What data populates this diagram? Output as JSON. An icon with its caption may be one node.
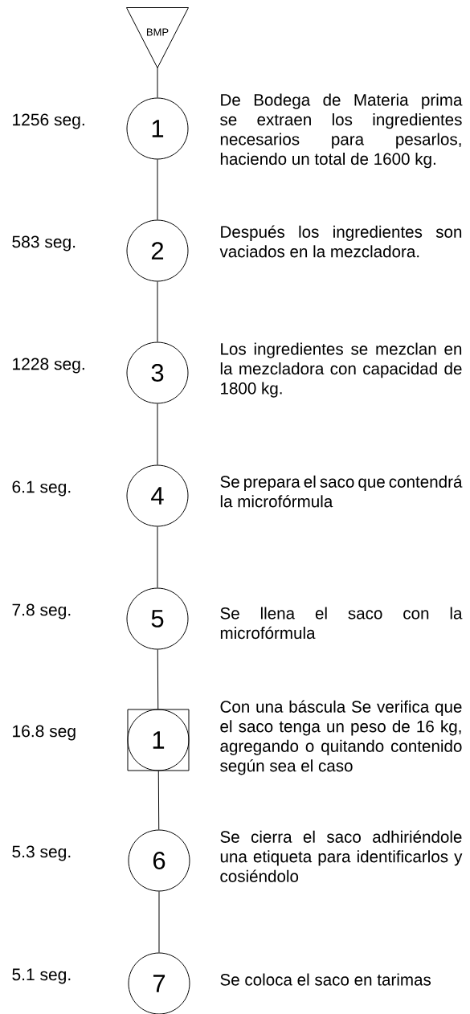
{
  "diagram": {
    "nodes": [
      {
        "text": [
          "BMP"
        ]
      },
      {
        "text": [
          "1"
        ],
        "beside": [
          "1256 seg.",
          "De Bodega de Materia prima se extraen los ingredientes necesarios para pesarlos, haciendo un total de 1600 kg."
        ]
      },
      {
        "text": [
          "2"
        ],
        "beside": [
          "583 seg.",
          "Después los ingredientes son vaciados en la mezcladora."
        ]
      },
      {
        "text": [
          "3"
        ],
        "beside": [
          "1228 seg.",
          "Los ingredientes se mezclan en la mezcladora con capacidad de 1800 kg."
        ]
      },
      {
        "text": [
          "4"
        ],
        "beside": [
          "6.1 seg.",
          "Se prepara el saco que contendrá la microfórmula"
        ]
      },
      {
        "text": [
          "5"
        ],
        "beside": [
          "7.8 seg.",
          "Se llena el saco con la microfórmula"
        ]
      },
      {
        "text": [
          "1"
        ],
        "beside": [
          "16.8 seg",
          "Con una báscula Se verifica que el saco tenga un peso de 16 kg, agregando o quitando contenido según sea el caso"
        ]
      },
      {
        "text": [
          "6"
        ],
        "beside": [
          "5.3 seg.",
          "Se cierra el saco adhiriéndole una etiqueta para identificarlos y cosiéndolo"
        ]
      },
      {
        "text": [
          "7"
        ],
        "beside": [
          "5.1 seg.",
          "Se coloca el saco en tarimas"
        ]
      }
    ],
    "edges": [
      {
        "from": 0,
        "to": 1,
        "arrow": "none"
      },
      {
        "from": 1,
        "to": 2,
        "arrow": "none"
      },
      {
        "from": 2,
        "to": 3,
        "arrow": "none"
      },
      {
        "from": 3,
        "to": 4,
        "arrow": "none"
      },
      {
        "from": 4,
        "to": 5,
        "arrow": "none"
      },
      {
        "from": 5,
        "to": 6,
        "arrow": "none"
      },
      {
        "from": 6,
        "to": 7,
        "arrow": "none"
      },
      {
        "from": 7,
        "to": 8,
        "arrow": "none"
      }
    ]
  }
}
